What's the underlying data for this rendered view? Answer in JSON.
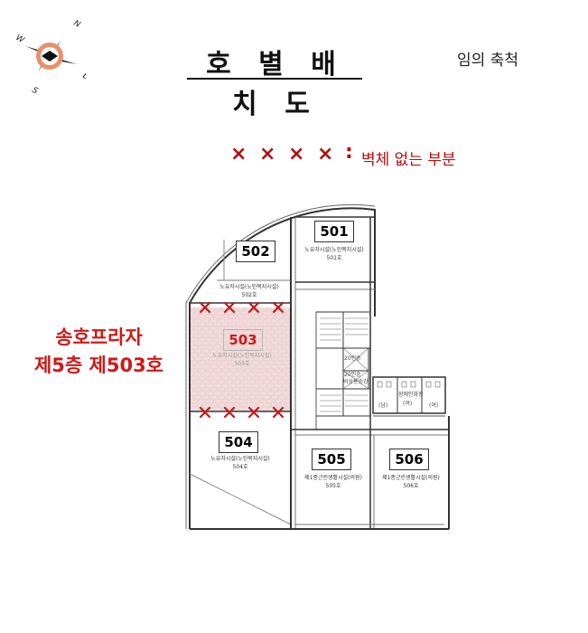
{
  "title": "호 별 배 치 도",
  "scale_note": "임의 축척",
  "compass": {
    "n": "N",
    "e": "E",
    "s": "S",
    "w": "W"
  },
  "legend": {
    "marks": [
      "×",
      "×",
      "×",
      "×"
    ],
    "colon": ":",
    "label": "벽체 없는 부분"
  },
  "callout": {
    "line1": "송호프라자",
    "line2": "제5층 제503호"
  },
  "rooms": {
    "r501": {
      "number": "501",
      "line1": "노유자시설(노인복지시설)",
      "line2": "501호"
    },
    "r502": {
      "number": "502",
      "line1": "노유자시설(노인복지시설)",
      "line2": "502호"
    },
    "r503": {
      "number": "503",
      "line1": "노유자시설(노인복지시설)",
      "line2": "503호"
    },
    "r504": {
      "number": "504",
      "line1": "노유자시설(노인복지시설)",
      "line2": "504호"
    },
    "r505": {
      "number": "505",
      "line1": "제1종근린생활시설(의원)",
      "line2": "505호"
    },
    "r506": {
      "number": "506",
      "line1": "제1종근린생활시설(의원)",
      "line2": "506호"
    }
  },
  "core": {
    "elevator_a": "20인승",
    "elevator_b": "20인승",
    "elevator_b2": "비상용승강",
    "toilet_m": "(남)",
    "toilet_w": "(여)",
    "toilet_c": "장애인화장",
    "toilet_c2": "(여)"
  },
  "colors": {
    "accent_red": "#d01818",
    "mark_red": "#b01010",
    "highlight": "#f2dede"
  }
}
